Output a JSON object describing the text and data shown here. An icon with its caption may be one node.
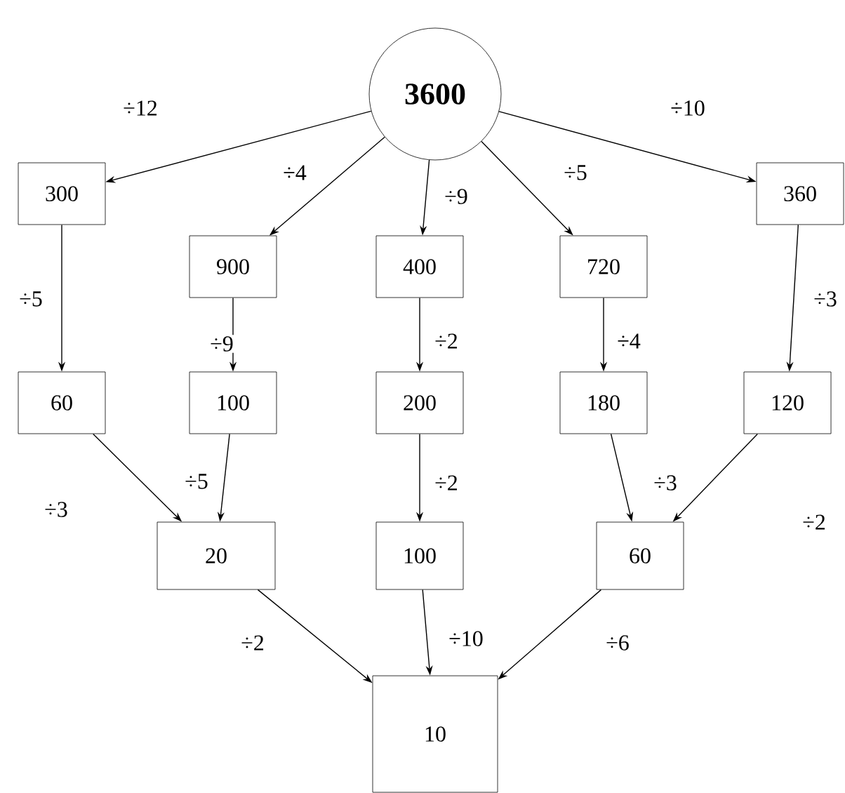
{
  "diagram": {
    "nodes": [
      {
        "text": [
          "3600"
        ]
      },
      {
        "text": [
          "300"
        ]
      },
      {
        "text": [
          "900"
        ]
      },
      {
        "text": [
          "400"
        ]
      },
      {
        "text": [
          "720"
        ]
      },
      {
        "text": [
          "360"
        ]
      },
      {
        "text": [
          "60"
        ]
      },
      {
        "text": [
          "100"
        ]
      },
      {
        "text": [
          "200"
        ]
      },
      {
        "text": [
          "180"
        ]
      },
      {
        "text": [
          "120"
        ]
      },
      {
        "text": [
          "20"
        ]
      },
      {
        "text": [
          "100"
        ]
      },
      {
        "text": [
          "60"
        ]
      },
      {
        "text": [
          "10"
        ]
      }
    ],
    "edges": [
      {
        "from": 0,
        "to": 1,
        "arrow": "to",
        "label": "÷12"
      },
      {
        "from": 0,
        "to": 2,
        "arrow": "to",
        "label": "÷4"
      },
      {
        "from": 0,
        "to": 3,
        "arrow": "to",
        "label": "÷9"
      },
      {
        "from": 0,
        "to": 4,
        "arrow": "to",
        "label": "÷5"
      },
      {
        "from": 0,
        "to": 5,
        "arrow": "to",
        "label": "÷10"
      },
      {
        "from": 1,
        "to": 6,
        "arrow": "to",
        "label": "÷5"
      },
      {
        "from": 2,
        "to": 7,
        "arrow": "to",
        "label": "÷9"
      },
      {
        "from": 3,
        "to": 8,
        "arrow": "to",
        "label": "÷2"
      },
      {
        "from": 4,
        "to": 9,
        "arrow": "to",
        "label": "÷4"
      },
      {
        "from": 5,
        "to": 10,
        "arrow": "to",
        "label": "÷3"
      },
      {
        "from": 6,
        "to": 11,
        "arrow": "to",
        "label": "÷3"
      },
      {
        "from": 7,
        "to": 11,
        "arrow": "to",
        "label": "÷5"
      },
      {
        "from": 8,
        "to": 12,
        "arrow": "to",
        "label": "÷2"
      },
      {
        "from": 9,
        "to": 13,
        "arrow": "to",
        "label": "÷3"
      },
      {
        "from": 10,
        "to": 13,
        "arrow": "to",
        "label": "÷2"
      },
      {
        "from": 11,
        "to": 14,
        "arrow": "to",
        "label": "÷2"
      },
      {
        "from": 12,
        "to": 14,
        "arrow": "to",
        "label": "÷10"
      },
      {
        "from": 13,
        "to": 14,
        "arrow": "to",
        "label": "÷6"
      }
    ]
  }
}
